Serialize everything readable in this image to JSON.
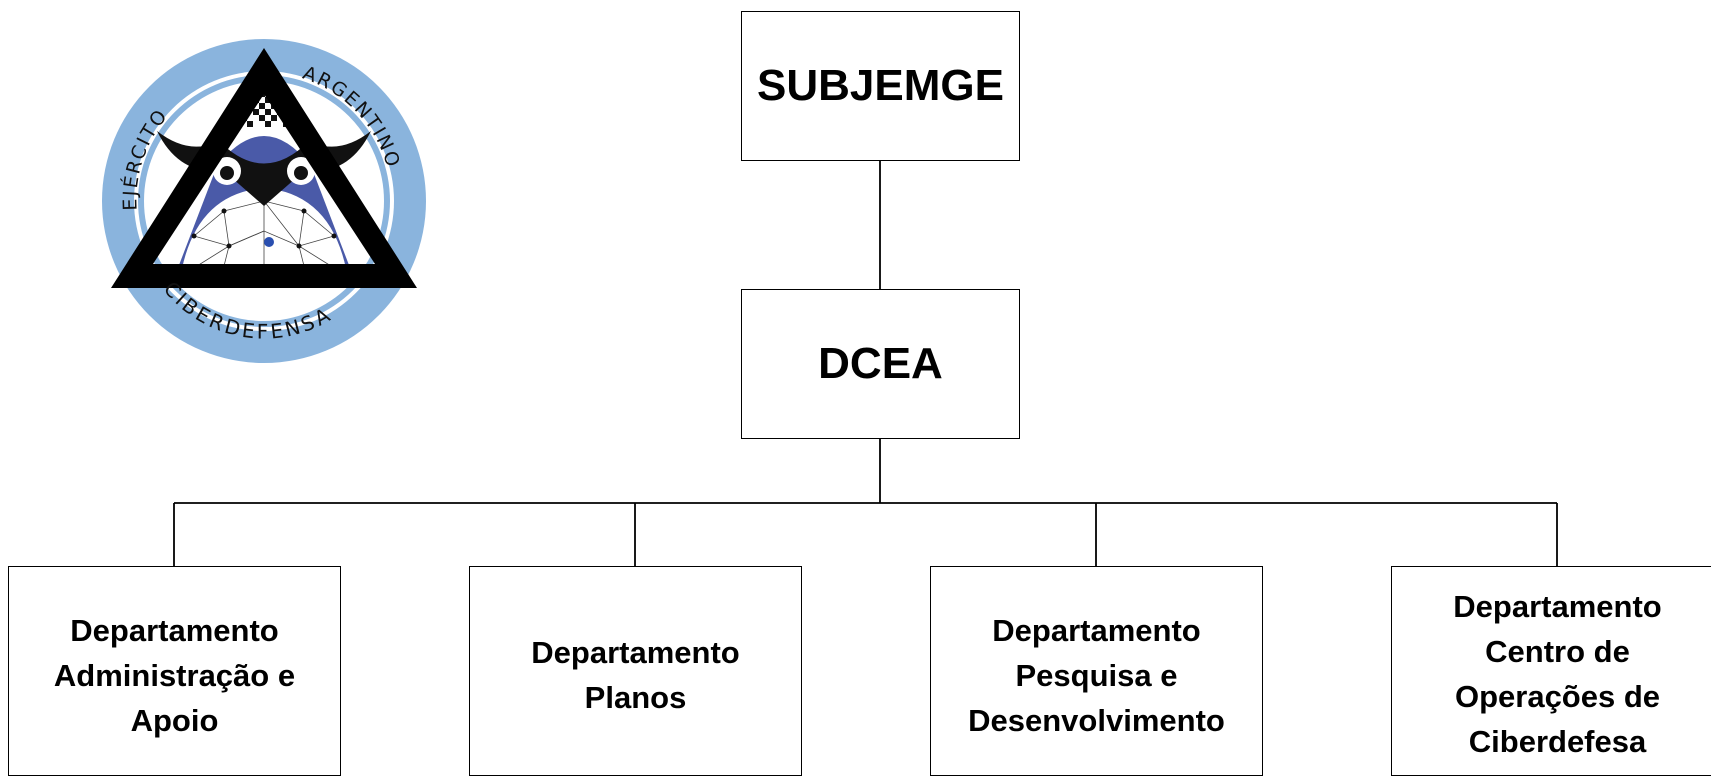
{
  "logo": {
    "top_text": "EJÉRCITO",
    "top_right_text": "ARGENTINO",
    "bottom_text": "CIBERDEFENSA",
    "colors": {
      "ring": "#8ab4dd",
      "owl_body": "#4a5aa8",
      "triangle": "#000000"
    }
  },
  "nodes": {
    "subjemge": "SUBJEMGE",
    "dcea": "DCEA",
    "departments": [
      {
        "lines": [
          "Departamento",
          "Administração e",
          "Apoio"
        ]
      },
      {
        "lines": [
          "Departamento",
          "Planos"
        ]
      },
      {
        "lines": [
          "Departamento",
          "Pesquisa e",
          "Desenvolvimento"
        ]
      },
      {
        "lines": [
          "Departamento",
          "Centro de",
          "Operações de",
          "Ciberdefesa"
        ]
      }
    ]
  }
}
